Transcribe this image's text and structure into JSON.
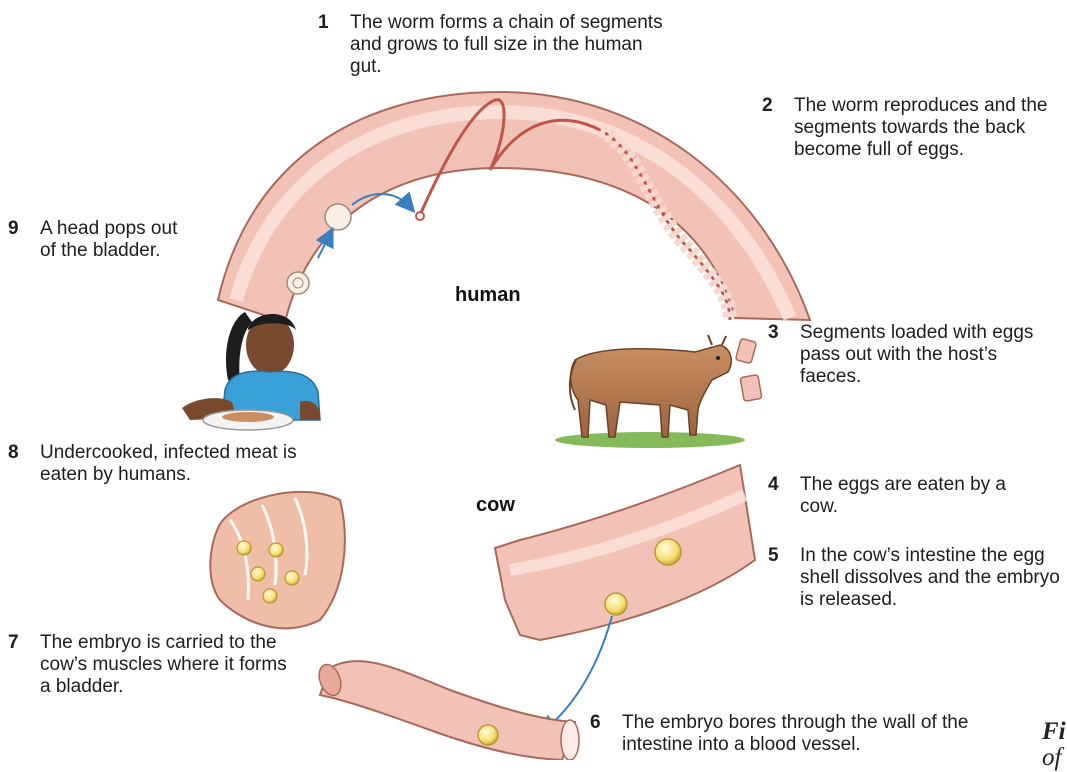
{
  "steps": [
    {
      "n": "1",
      "text": "The worm forms a chain of segments and grows to full size in the human gut."
    },
    {
      "n": "2",
      "text": "The worm reproduces and the segments towards the back become full of eggs."
    },
    {
      "n": "3",
      "text": "Segments loaded with eggs pass out with the host’s faeces."
    },
    {
      "n": "4",
      "text": "The eggs are eaten by a cow."
    },
    {
      "n": "5",
      "text": "In the cow’s intestine the egg shell dissolves and the embryo is released."
    },
    {
      "n": "6",
      "text": "The embryo bores through the wall of the intestine into a blood vessel."
    },
    {
      "n": "7",
      "text": "The embryo is carried to the cow’s muscles where it forms a bladder."
    },
    {
      "n": "8",
      "text": "Undercooked, infected meat is eaten by humans."
    },
    {
      "n": "9",
      "text": "A head pops out of the bladder."
    }
  ],
  "hosts": {
    "human": "human",
    "cow": "cow"
  },
  "caption": {
    "line1": "Fi",
    "line2": "of"
  },
  "colors": {
    "tissue": "#f3c2b6",
    "tissue_edge": "#a86a5c",
    "lumen": "#fdebe6",
    "egg": "#f3df70",
    "arrow": "#3a7fc0",
    "cow": "#b37a52",
    "grass": "#6fae3c",
    "shirt": "#3aa0d8"
  }
}
